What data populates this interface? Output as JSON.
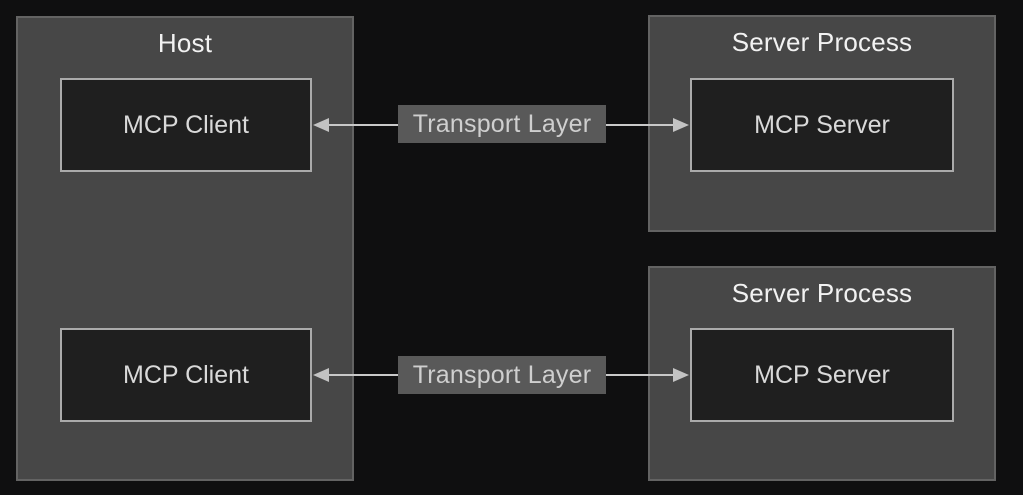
{
  "diagram": {
    "host": {
      "title": "Host",
      "clients": [
        {
          "label": "MCP Client"
        },
        {
          "label": "MCP Client"
        }
      ]
    },
    "server_processes": [
      {
        "title": "Server Process",
        "server_label": "MCP Server"
      },
      {
        "title": "Server Process",
        "server_label": "MCP Server"
      }
    ],
    "transports": [
      {
        "label": "Transport Layer"
      },
      {
        "label": "Transport Layer"
      }
    ],
    "colors": {
      "background": "#0f0f10",
      "group_fill": "#474747",
      "group_border": "#636363",
      "inner_fill": "#1f1f1f",
      "inner_border": "#ababab",
      "title_text": "#f2f2f2",
      "inner_text": "#d9d9d9",
      "arrow": "#c9c9c9",
      "transport_label_bg": "#595959",
      "transport_label_text": "#cfcfcf"
    }
  }
}
